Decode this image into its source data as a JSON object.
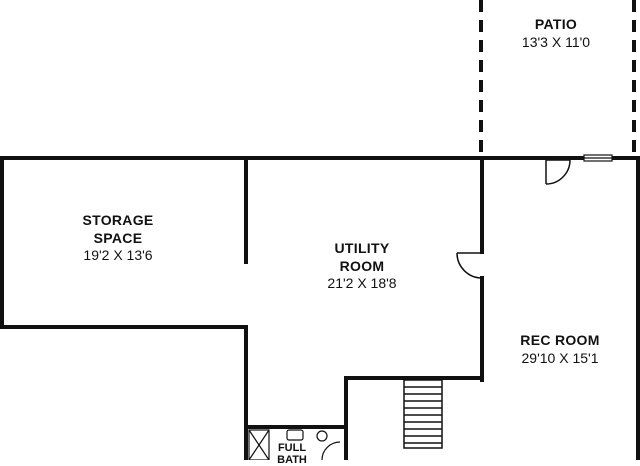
{
  "rooms": {
    "patio": {
      "name": "PATIO",
      "dimensions": "13'3 X 11'0"
    },
    "storage": {
      "name_line1": "STORAGE",
      "name_line2": "SPACE",
      "dimensions": "19'2 X 13'6"
    },
    "utility": {
      "name_line1": "UTILITY",
      "name_line2": "ROOM",
      "dimensions": "21'2 X 18'8"
    },
    "rec": {
      "name": "REC ROOM",
      "dimensions": "29'10 X 15'1"
    },
    "bath": {
      "name_line1": "FULL",
      "name_line2": "BATH"
    }
  },
  "colors": {
    "wall": "#111111",
    "background": "#ffffff"
  }
}
